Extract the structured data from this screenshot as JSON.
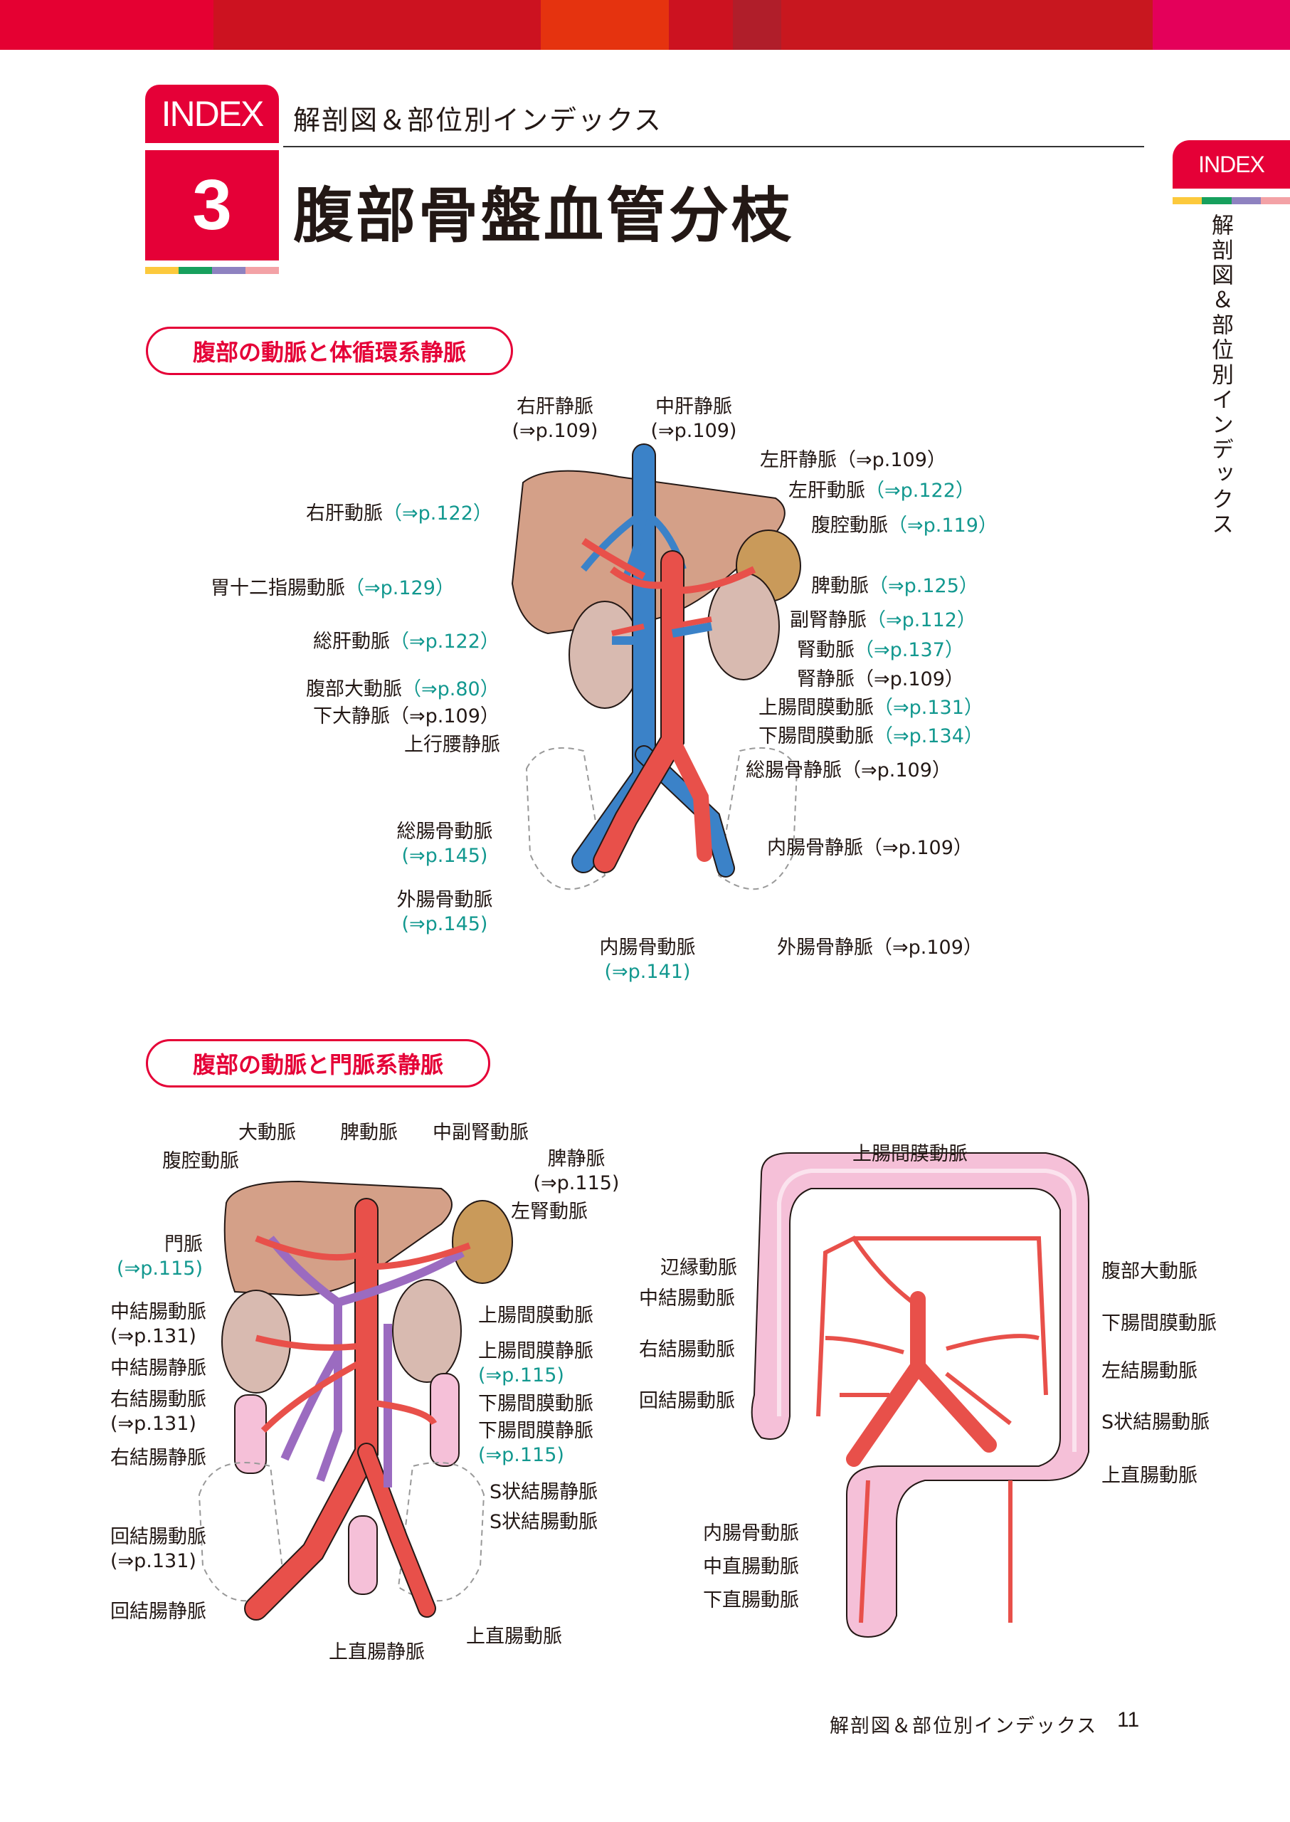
{
  "colors": {
    "brand_red": "#e50037",
    "artery": "#e8504a",
    "vein": "#3b82c8",
    "portal_vein": "#9b6bc0",
    "liver": "#d4a088",
    "spleen": "#c99a5a",
    "kidney": "#d8bab0",
    "colon": "#f5c0d8",
    "ref_link": "#12988f",
    "top_band": [
      "#e50032",
      "#cc1220",
      "#e5330f",
      "#cc1220",
      "#b01e2a",
      "#c8171f",
      "#e4005a"
    ],
    "stripes": [
      "#fcc93c",
      "#17a05d",
      "#8e82c0",
      "#f3a2a6"
    ]
  },
  "header": {
    "index_tab": "INDEX",
    "subtitle": "解剖図＆部位別インデックス",
    "section_number": "3",
    "title": "腹部骨盤血管分枝"
  },
  "side_tab": {
    "label": "INDEX",
    "vertical_text": "解剖図＆部位別インデックス"
  },
  "section1": {
    "heading": "腹部の動脈と体循環系静脈",
    "labels": [
      {
        "name": "右肝静脈",
        "ref": "(⇒p.109)",
        "ref_teal": false
      },
      {
        "name": "中肝静脈",
        "ref": "(⇒p.109)",
        "ref_teal": false
      },
      {
        "name": "左肝静脈",
        "ref": "（⇒p.109）",
        "ref_teal": false
      },
      {
        "name": "左肝動脈",
        "ref": "（⇒p.122）",
        "ref_teal": true
      },
      {
        "name": "右肝動脈",
        "ref": "（⇒p.122）",
        "ref_teal": true
      },
      {
        "name": "腹腔動脈",
        "ref": "（⇒p.119）",
        "ref_teal": true
      },
      {
        "name": "胃十二指腸動脈",
        "ref": "（⇒p.129）",
        "ref_teal": true
      },
      {
        "name": "脾動脈",
        "ref": "（⇒p.125）",
        "ref_teal": true
      },
      {
        "name": "副腎静脈",
        "ref": "（⇒p.112）",
        "ref_teal": true
      },
      {
        "name": "総肝動脈",
        "ref": "（⇒p.122）",
        "ref_teal": true
      },
      {
        "name": "腎動脈",
        "ref": "（⇒p.137）",
        "ref_teal": true
      },
      {
        "name": "腎静脈",
        "ref": "（⇒p.109）",
        "ref_teal": false
      },
      {
        "name": "腹部大動脈",
        "ref": "（⇒p.80）",
        "ref_teal": true
      },
      {
        "name": "上腸間膜動脈",
        "ref": "（⇒p.131）",
        "ref_teal": true
      },
      {
        "name": "下大静脈",
        "ref": "（⇒p.109）",
        "ref_teal": false
      },
      {
        "name": "下腸間膜動脈",
        "ref": "（⇒p.134）",
        "ref_teal": true
      },
      {
        "name": "上行腰静脈",
        "ref": "",
        "ref_teal": false
      },
      {
        "name": "総腸骨静脈",
        "ref": "（⇒p.109）",
        "ref_teal": false
      },
      {
        "name": "総腸骨動脈",
        "ref": "(⇒p.145)",
        "ref_teal": true
      },
      {
        "name": "内腸骨静脈",
        "ref": "（⇒p.109）",
        "ref_teal": false
      },
      {
        "name": "外腸骨動脈",
        "ref": "(⇒p.145)",
        "ref_teal": true
      },
      {
        "name": "内腸骨動脈",
        "ref": "(⇒p.141)",
        "ref_teal": true
      },
      {
        "name": "外腸骨静脈",
        "ref": "（⇒p.109）",
        "ref_teal": false
      }
    ]
  },
  "section2": {
    "heading": "腹部の動脈と門脈系静脈",
    "portal_labels": [
      {
        "name": "大動脈",
        "ref": "",
        "ref_teal": false
      },
      {
        "name": "脾動脈",
        "ref": "",
        "ref_teal": false
      },
      {
        "name": "中副腎動脈",
        "ref": "",
        "ref_teal": false
      },
      {
        "name": "腹腔動脈",
        "ref": "",
        "ref_teal": false
      },
      {
        "name": "脾静脈",
        "ref": "(⇒p.115)",
        "ref_teal": false
      },
      {
        "name": "左腎動脈",
        "ref": "",
        "ref_teal": false
      },
      {
        "name": "門脈",
        "ref": "(⇒p.115)",
        "ref_teal": true
      },
      {
        "name": "中結腸動脈",
        "ref": "(⇒p.131)",
        "ref_teal": false
      },
      {
        "name": "上腸間膜動脈",
        "ref": "",
        "ref_teal": false
      },
      {
        "name": "上腸間膜静脈",
        "ref": "(⇒p.115)",
        "ref_teal": true
      },
      {
        "name": "中結腸静脈",
        "ref": "",
        "ref_teal": false
      },
      {
        "name": "右結腸動脈",
        "ref": "(⇒p.131)",
        "ref_teal": false
      },
      {
        "name": "下腸間膜動脈",
        "ref": "",
        "ref_teal": false
      },
      {
        "name": "下腸間膜静脈",
        "ref": "(⇒p.115)",
        "ref_teal": true
      },
      {
        "name": "右結腸静脈",
        "ref": "",
        "ref_teal": false
      },
      {
        "name": "S状結腸静脈",
        "ref": "",
        "ref_teal": false
      },
      {
        "name": "S状結腸動脈",
        "ref": "",
        "ref_teal": false
      },
      {
        "name": "回結腸動脈",
        "ref": "(⇒p.131)",
        "ref_teal": false
      },
      {
        "name": "回結腸静脈",
        "ref": "",
        "ref_teal": false
      },
      {
        "name": "上直腸動脈",
        "ref": "",
        "ref_teal": false
      },
      {
        "name": "上直腸静脈",
        "ref": "",
        "ref_teal": false
      }
    ],
    "colon_labels": [
      {
        "name": "上腸間膜動脈"
      },
      {
        "name": "辺縁動脈"
      },
      {
        "name": "腹部大動脈"
      },
      {
        "name": "中結腸動脈"
      },
      {
        "name": "下腸間膜動脈"
      },
      {
        "name": "右結腸動脈"
      },
      {
        "name": "左結腸動脈"
      },
      {
        "name": "回結腸動脈"
      },
      {
        "name": "S状結腸動脈"
      },
      {
        "name": "上直腸動脈"
      },
      {
        "name": "内腸骨動脈"
      },
      {
        "name": "中直腸動脈"
      },
      {
        "name": "下直腸動脈"
      }
    ]
  },
  "footer": {
    "running_title": "解剖図＆部位別インデックス",
    "page_number": "11"
  }
}
